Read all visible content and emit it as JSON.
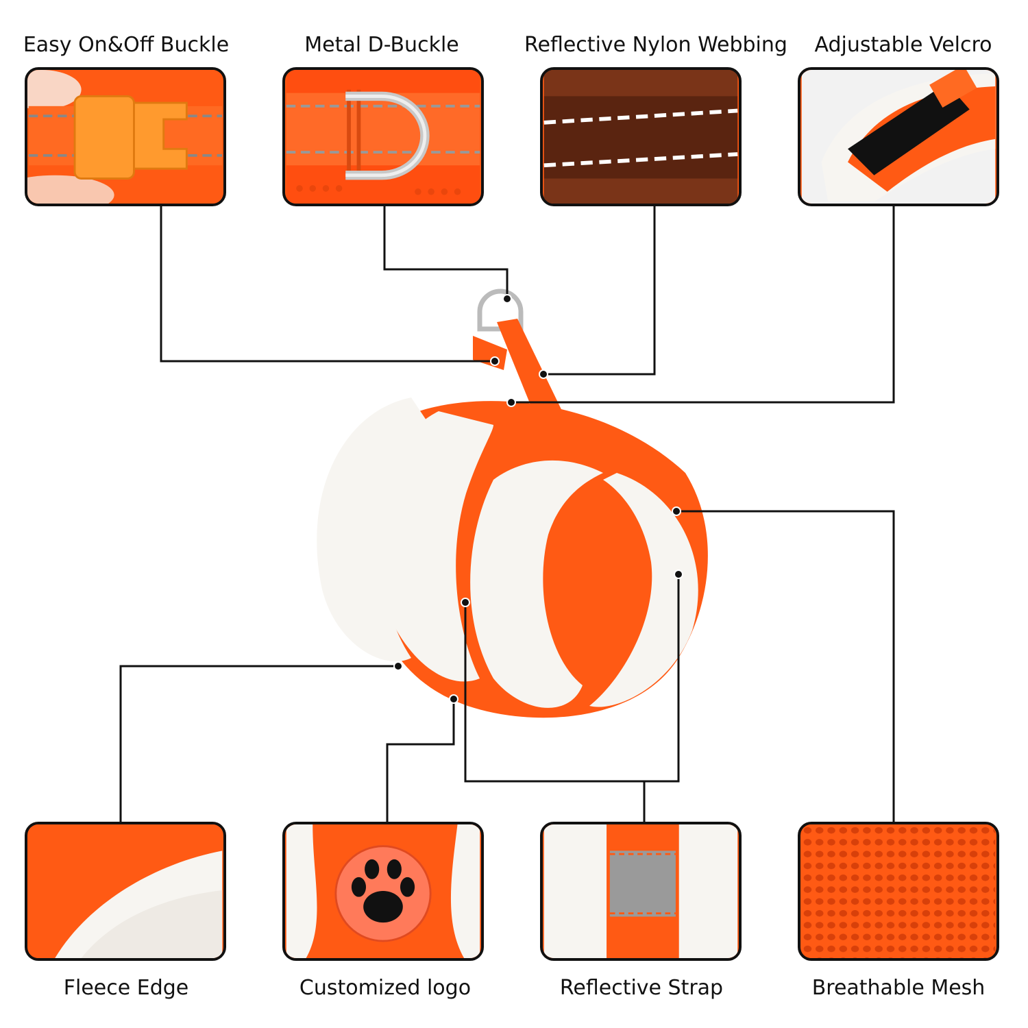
{
  "features": {
    "top": [
      {
        "label": "Easy On&Off Buckle"
      },
      {
        "label": "Metal D-Buckle"
      },
      {
        "label": "Reflective Nylon Webbing"
      },
      {
        "label": "Adjustable Velcro"
      }
    ],
    "bottom": [
      {
        "label": "Fleece Edge"
      },
      {
        "label": "Customized logo"
      },
      {
        "label": "Reflective Strap"
      },
      {
        "label": "Breathable Mesh"
      }
    ]
  },
  "colors": {
    "accent_orange": "#ff5a14",
    "fleece_white": "#f7f5f1",
    "line": "#111111",
    "buckle_orange": "#ff9a2e",
    "reflective_grey": "#9a9a9a"
  },
  "icons": {
    "logo_patch": "paw-print-icon",
    "hardware": "d-ring-icon"
  }
}
